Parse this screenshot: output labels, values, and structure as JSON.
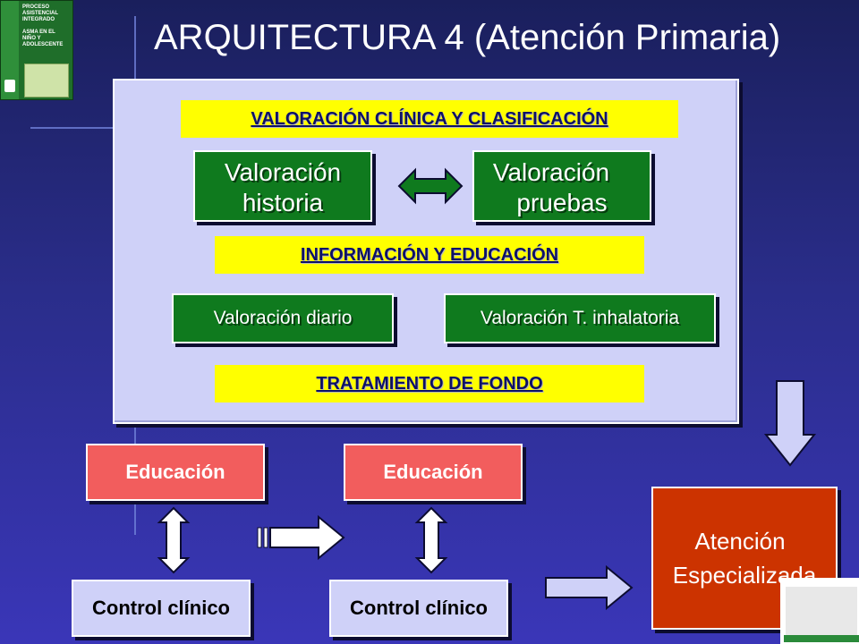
{
  "title": "ARQUITECTURA 4 (Atención Primaria)",
  "book": {
    "lines": [
      "PROCESO",
      "ASISTENCIAL",
      "INTEGRADO",
      "",
      "ASMA EN EL",
      "NIÑO Y",
      "ADOLESCENTE"
    ]
  },
  "panel": {
    "bar1": "VALORACIÓN CLÍNICA Y CLASIFICACIÓN",
    "green1": {
      "line1": "Valoración",
      "line2": "historia"
    },
    "green2": {
      "line1": "Valoración",
      "line2": "pruebas"
    },
    "bar2": "INFORMACIÓN Y EDUCACIÓN",
    "green3": "Valoración diario",
    "green4": "Valoración T. inhalatoria",
    "bar3": "TRATAMIENTO DE FONDO"
  },
  "bottom": {
    "edu1": "Educación",
    "edu2": "Educación",
    "ctrl1": "Control clínico",
    "ctrl2": "Control clínico",
    "especializada": {
      "line1": "Atención",
      "line2": "Especializada"
    }
  },
  "colors": {
    "yellow": "#ffff00",
    "green": "#0f7a1e",
    "red": "#f25d5d",
    "orange": "#cc3300",
    "lavender": "#cfd1f8"
  }
}
